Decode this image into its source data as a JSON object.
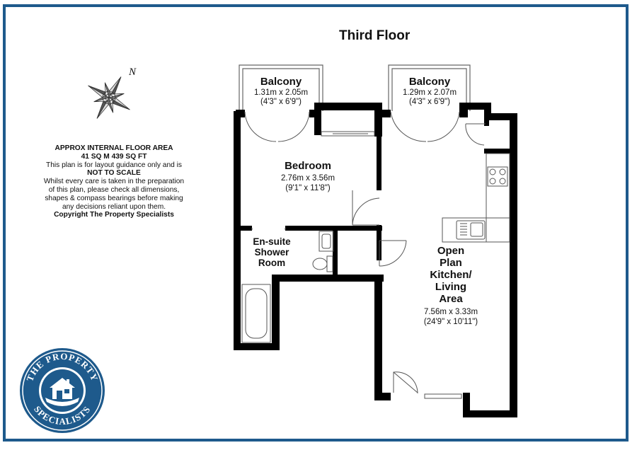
{
  "floor_title": "Third Floor",
  "notes": {
    "line1": "APPROX INTERNAL FLOOR AREA",
    "line2": "41 SQ M 439 SQ FT",
    "line3": "This plan is for layout guidance only and is",
    "line4": "NOT TO SCALE",
    "line5": "Whilst every care is taken in the preparation",
    "line6": "of this plan, please check all dimensions,",
    "line7": "shapes & compass bearings before making",
    "line8": "any decisions reliant upon them.",
    "line9": "Copyright The Property Specialists"
  },
  "compass": {
    "north_label": "N"
  },
  "rooms": {
    "balcony_left": {
      "name": "Balcony",
      "metric": "1.31m x 2.05m",
      "imperial": "(4'3\" x 6'9\")"
    },
    "balcony_right": {
      "name": "Balcony",
      "metric": "1.29m x 2.07m",
      "imperial": "(4'3\" x 6'9\")"
    },
    "bedroom": {
      "name": "Bedroom",
      "metric": "2.76m x 3.56m",
      "imperial": "(9'1\" x 11'8\")"
    },
    "ensuite": {
      "name_line1": "En-suite",
      "name_line2": "Shower",
      "name_line3": "Room"
    },
    "living": {
      "name_line1": "Open",
      "name_line2": "Plan",
      "name_line3": "Kitchen/",
      "name_line4": "Living",
      "name_line5": "Area",
      "metric": "7.56m x 3.33m",
      "imperial": "(24'9\" x 10'11\")"
    }
  },
  "logo": {
    "text_top": "THE PROPERTY",
    "text_bottom": "SPECIALISTS"
  },
  "colors": {
    "frame": "#1e5a8c",
    "logo_blue": "#1e5a8c",
    "wall": "#000000"
  }
}
